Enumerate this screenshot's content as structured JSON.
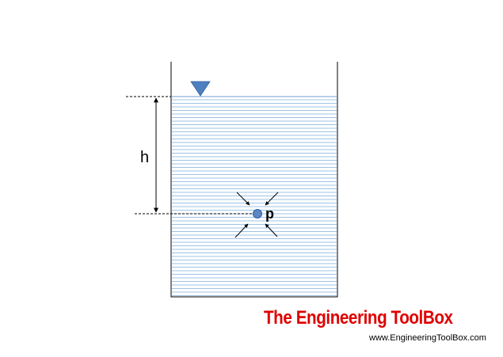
{
  "diagram": {
    "depth_label": "h",
    "point_label": "p"
  },
  "brand": {
    "title": "The Engineering ToolBox",
    "url": "www.EngineeringToolBox.com"
  },
  "colors": {
    "water_line": "#9ec3e6",
    "surface_marker": "#4f7fc0",
    "point_marker": "#5b87c7",
    "brand_red": "#e00000"
  }
}
